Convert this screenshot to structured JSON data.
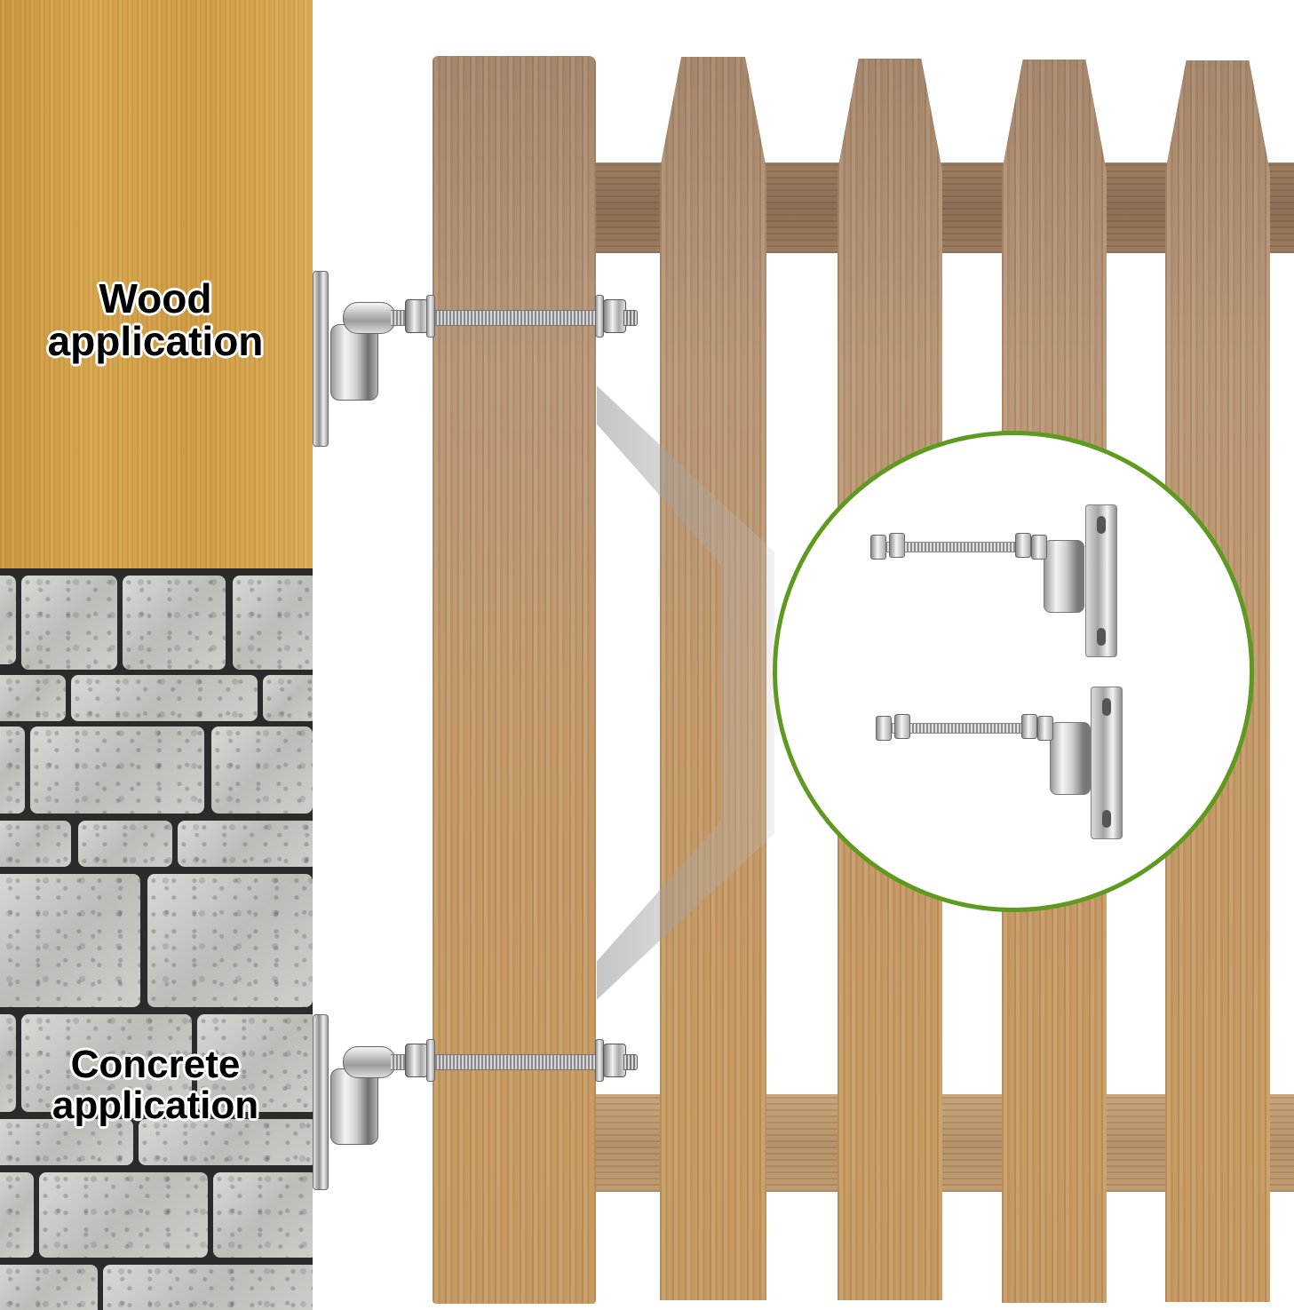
{
  "image": {
    "description": "Product illustration of a gate hinge mounted on a wooden picket fence, showing wood and concrete mounting applications",
    "labels": {
      "wood": "Wood\napplication",
      "wood_line1": "Wood",
      "wood_line2": "application",
      "concrete_line1": "Concrete",
      "concrete_line2": "application"
    },
    "colors": {
      "inset_border": "#5f9a20",
      "wood_panel": "#d2a24c",
      "stone": "#cdcdc8",
      "mortar": "#2b2b2b",
      "fence_wood": "#c49a6a",
      "hinge_metal": "#c8c8c8"
    },
    "inset": {
      "content": "Two adjustable gate hinges with threaded bolts, nuts and mounting plates"
    }
  }
}
